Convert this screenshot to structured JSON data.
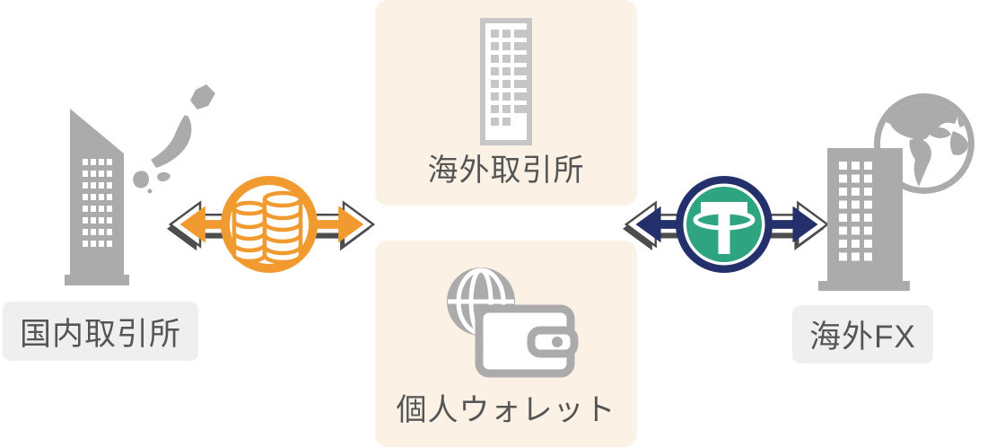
{
  "diagram": {
    "title": "crypto-transfer-flow",
    "left": {
      "label": "国内取引所"
    },
    "center": {
      "top_label": "海外取引所",
      "bottom_label": "個人ウォレット"
    },
    "right": {
      "label": "海外FX"
    },
    "flows": [
      {
        "between": [
          "国内取引所",
          "海外取引所/個人ウォレット"
        ],
        "icon": "coins-icon",
        "direction": "bidirectional"
      },
      {
        "between": [
          "海外取引所/個人ウォレット",
          "海外FX"
        ],
        "icon": "tether-coin-icon",
        "direction": "bidirectional"
      }
    ]
  },
  "icons": {
    "left_building": "city-building-icon",
    "left_map": "japan-map-icon",
    "flow_left": "coins-icon",
    "center_top": "office-building-icon",
    "center_bottom": "wallet-globe-icon",
    "flow_right": "tether-coin-icon",
    "right_globe": "globe-icon",
    "right_building": "fx-building-icon"
  },
  "colors": {
    "orange": "#F09A30",
    "navy": "#23306B",
    "teal": "#2EA480",
    "cream": "#FBF2E5",
    "label_bg": "#EFEFEF",
    "icon_gray": "#ABABAB",
    "icon_gray_light": "#C6C6C6",
    "text": "#555555",
    "outline_dark": "#4D4D4D"
  }
}
